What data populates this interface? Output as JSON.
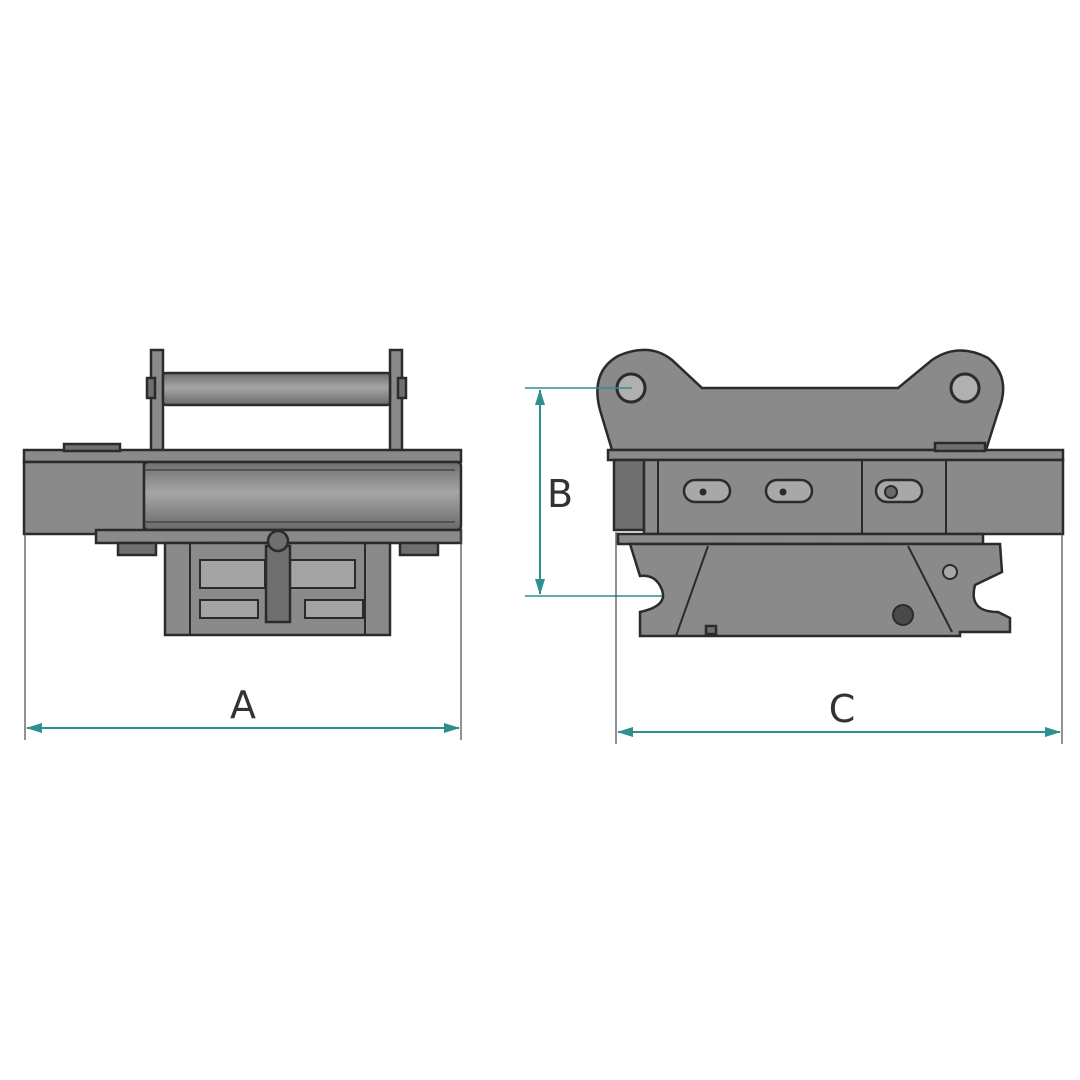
{
  "dimensions": {
    "width_label": "A",
    "height_label": "B",
    "length_label": "C"
  },
  "colors": {
    "dimension_line": "#2e8f8f",
    "part_fill": "#8a8a8a",
    "part_outline": "#2b2b2b"
  }
}
